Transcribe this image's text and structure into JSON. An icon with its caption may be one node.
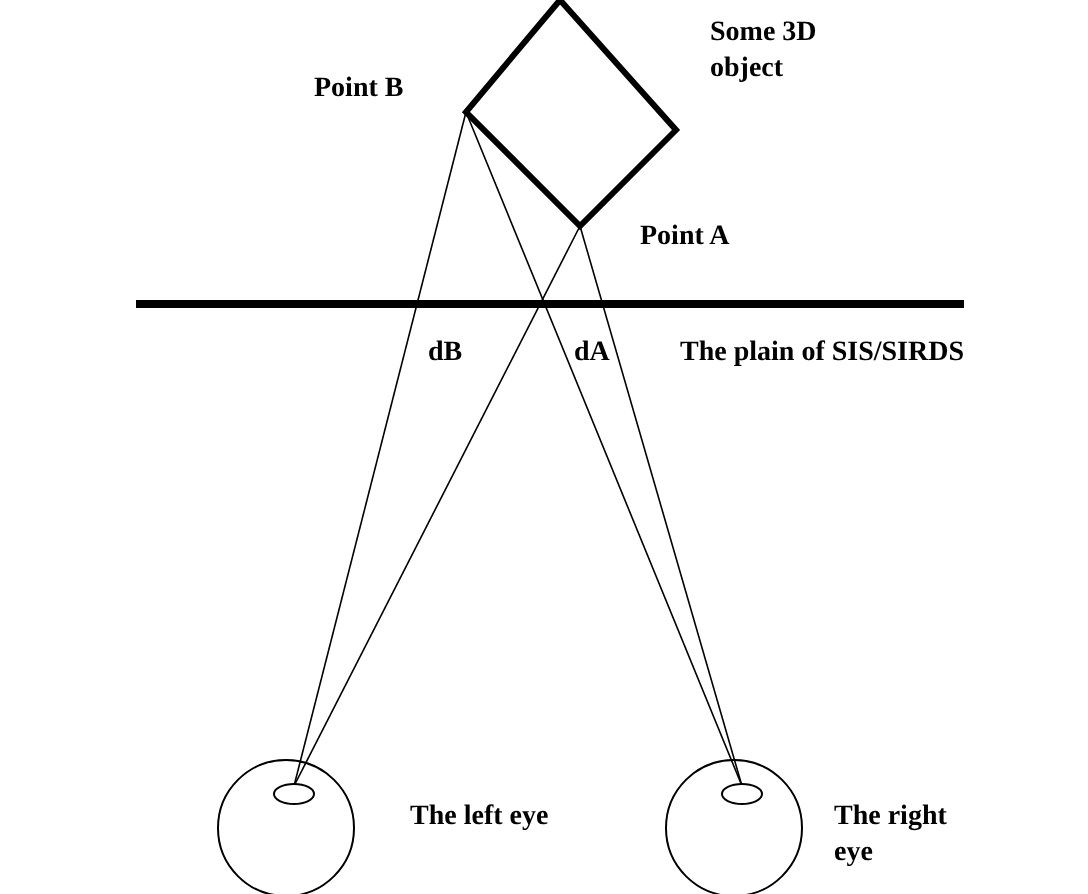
{
  "diagram": {
    "nodes": [
      {
        "text": [],
        "shape": "diamond",
        "beside": [
          "Some 3D object"
        ]
      },
      {
        "text": [],
        "shape": "circle",
        "beside": [
          "The left eye"
        ]
      },
      {
        "text": [],
        "shape": "circle",
        "beside": [
          "The right eye"
        ]
      }
    ],
    "edges": [
      {
        "from": 0,
        "to": 1,
        "arrow": "none"
      },
      {
        "from": 0,
        "to": 2,
        "arrow": "none"
      },
      {
        "from": 0,
        "to": 1,
        "arrow": "none"
      },
      {
        "from": 0,
        "to": 2,
        "arrow": "none"
      }
    ],
    "labels": [
      "Point B",
      "Point A",
      "dB",
      "dA",
      "The plain of SIS/SIRDS"
    ]
  }
}
